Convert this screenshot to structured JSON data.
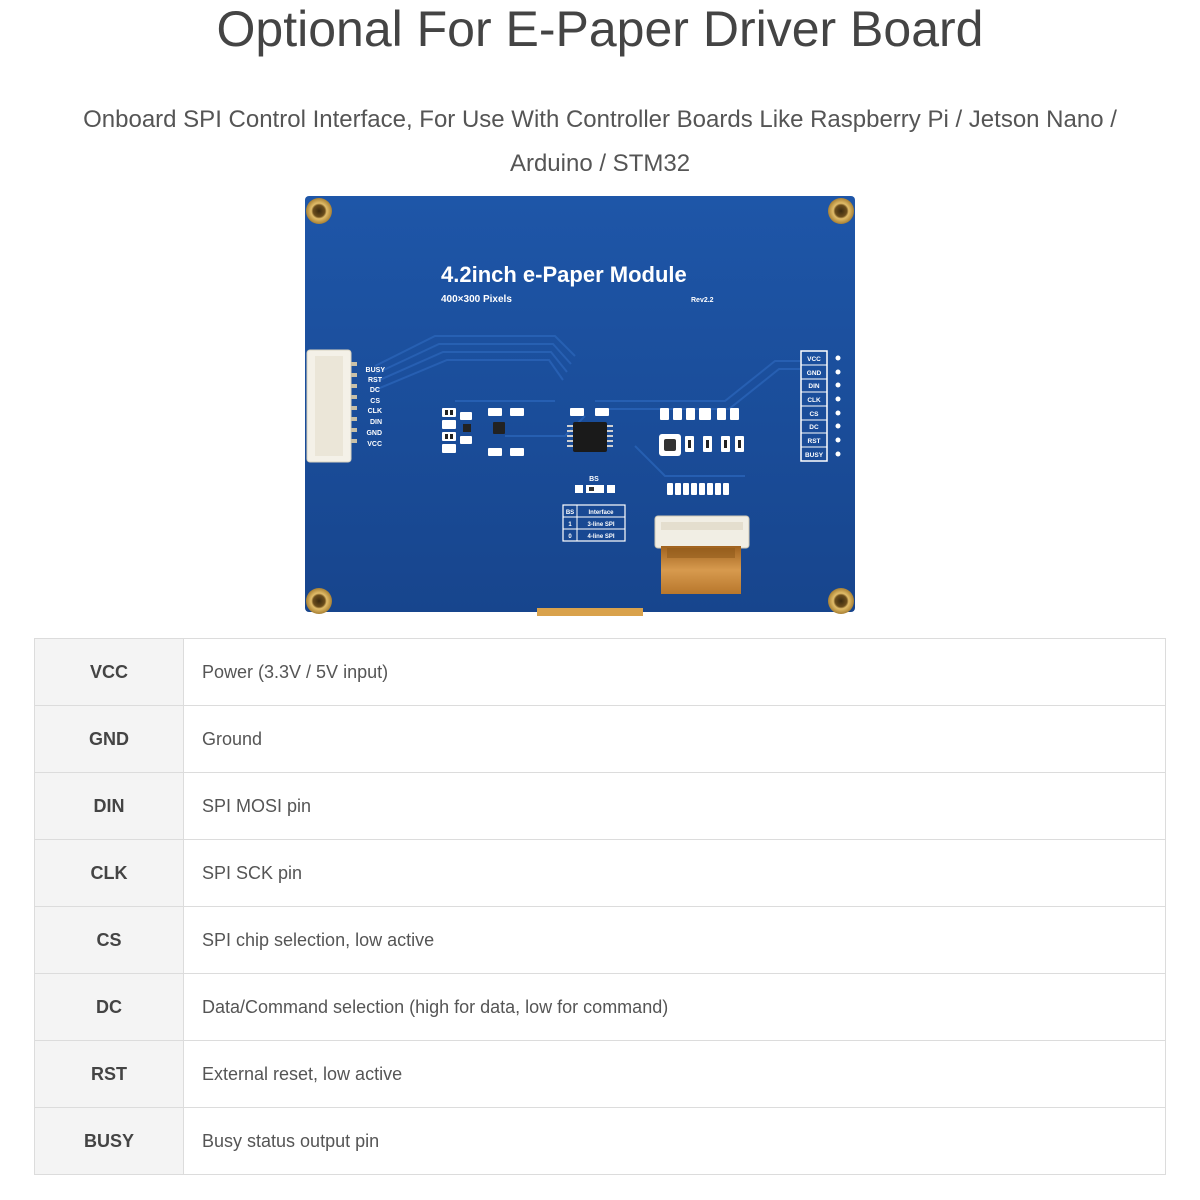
{
  "heading": "Optional For E-Paper Driver Board",
  "subtitle_line1": "Onboard SPI Control Interface, For Use With Controller Boards Like Raspberry Pi / Jetson Nano /",
  "subtitle_line2": "Arduino / STM32",
  "board": {
    "module_title": "4.2inch  e-Paper Module",
    "resolution": "400×300 Pixels",
    "revision": "Rev2.2",
    "left_header_labels": [
      "BUSY",
      "RST",
      "DC",
      "CS",
      "CLK",
      "DIN",
      "GND",
      "VCC"
    ],
    "right_header_labels": [
      "VCC",
      "GND",
      "DIN",
      "CLK",
      "CS",
      "DC",
      "RST",
      "BUSY"
    ],
    "bs_label": "BS",
    "interface_table": {
      "header": [
        "BS",
        "Interface"
      ],
      "rows": [
        [
          "1",
          "3-line SPI"
        ],
        [
          "0",
          "4-line SPI"
        ]
      ]
    },
    "colors": {
      "pcb": "#1c4f9c",
      "silkscreen": "#ffffff",
      "gold": "#c9a24a",
      "fpc": "#c98a3a"
    }
  },
  "pins": [
    {
      "pin": "VCC",
      "description": "Power (3.3V / 5V input)"
    },
    {
      "pin": "GND",
      "description": "Ground"
    },
    {
      "pin": "DIN",
      "description": "SPI MOSI pin"
    },
    {
      "pin": "CLK",
      "description": "SPI SCK pin"
    },
    {
      "pin": "CS",
      "description": "SPI chip selection, low active"
    },
    {
      "pin": "DC",
      "description": "Data/Command selection (high for data, low for command)"
    },
    {
      "pin": "RST",
      "description": "External reset, low active"
    },
    {
      "pin": "BUSY",
      "description": "Busy status output pin"
    }
  ]
}
